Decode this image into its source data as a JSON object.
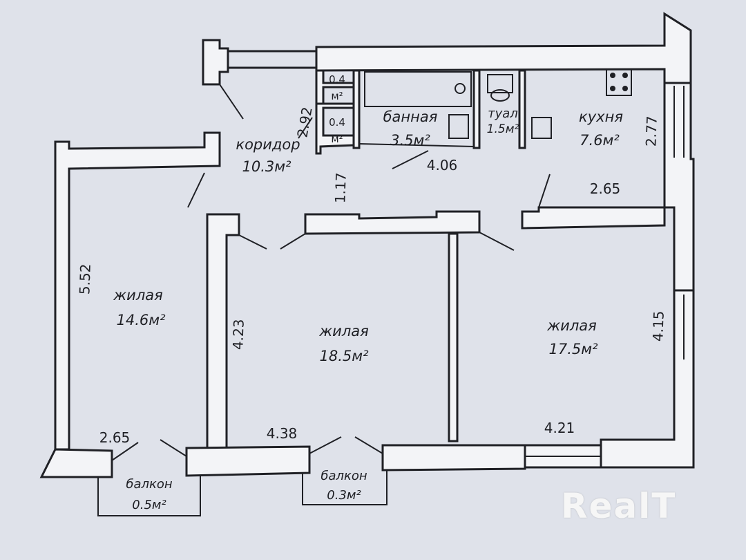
{
  "rooms": {
    "corridor": {
      "name": "коридор",
      "area": "10.3м²"
    },
    "bath": {
      "name": "банная",
      "area": "3.5м²"
    },
    "toilet": {
      "name": "туал",
      "area": "1.5м²"
    },
    "kitchen": {
      "name": "кухня",
      "area": "7.6м²"
    },
    "living_left": {
      "name": "жилая",
      "area": "14.6м²"
    },
    "living_mid": {
      "name": "жилая",
      "area": "18.5м²"
    },
    "living_right": {
      "name": "жилая",
      "area": "17.5м²"
    },
    "balcony_left": {
      "name": "балкон",
      "area": "0.5м²"
    },
    "balcony_mid": {
      "name": "балкон",
      "area": "0.3м²"
    },
    "closet_1": {
      "value": "0.4",
      "unit": "м²"
    },
    "closet_2": {
      "value": "0.4",
      "unit": "м²"
    }
  },
  "dimensions": {
    "d292": "2.92",
    "d406": "4.06",
    "d117": "1.17",
    "d277": "2.77",
    "d265_kitchen": "2.65",
    "d552": "5.52",
    "d423": "4.23",
    "d415": "4.15",
    "d265_left": "2.65",
    "d438": "4.38",
    "d421": "4.21"
  },
  "watermark": {
    "text": "RealT"
  },
  "colors": {
    "paper": "#dfe2ea",
    "ink": "#1f2025",
    "watermark": "#f6f6f6"
  }
}
